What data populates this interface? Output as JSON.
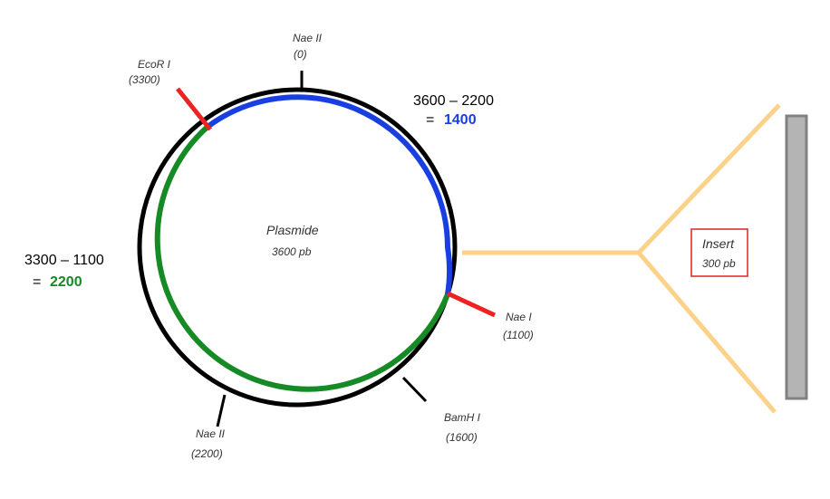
{
  "plasmid": {
    "title": "Plasmide",
    "size_label": "3600 pb"
  },
  "sites": {
    "ecor1": {
      "name": "EcoR I",
      "pos": "(3300)"
    },
    "nae2_top": {
      "name": "Nae II",
      "pos": "(0)"
    },
    "nae1": {
      "name": "Nae I",
      "pos": "(1100)"
    },
    "bamh1": {
      "name": "BamH I",
      "pos": "(1600)"
    },
    "nae2_bottom": {
      "name": "Nae II",
      "pos": "(2200)"
    }
  },
  "calculations": {
    "right": {
      "expr": "3600 – 2200",
      "eq": "=",
      "result": "1400"
    },
    "left": {
      "expr": "3300 – 1100",
      "eq": "=",
      "result": "2200"
    }
  },
  "insert": {
    "title": "Insert",
    "size_label": "300 pb"
  },
  "colors": {
    "blue_segment": "#1a3fe0",
    "green_segment": "#158a25",
    "cut_marker": "#ee2222",
    "insert_lines": "#fcd28a",
    "insert_box_border": "#dd2222",
    "gel_bar_fill": "#b4b4b4",
    "gel_bar_border": "#808080"
  }
}
